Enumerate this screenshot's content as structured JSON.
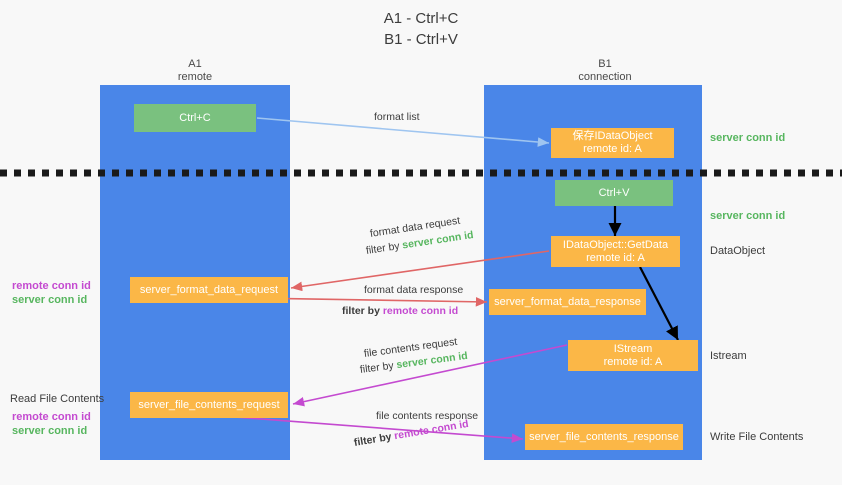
{
  "title": {
    "line1": "A1 - Ctrl+C",
    "line2": "B1 - Ctrl+V"
  },
  "columns": [
    {
      "name": "A1",
      "role": "remote"
    },
    {
      "name": "B1",
      "role": "connection"
    }
  ],
  "nodes": {
    "ctrl_c": "Ctrl+C",
    "ctrl_v": "Ctrl+V",
    "save_dataobject_line1": "保存IDataObject",
    "save_dataobject_line2": "remote id: A",
    "getdata_line1": "IDataObject::GetData",
    "getdata_line2": "remote id: A",
    "istream_line1": "IStream",
    "istream_line2": "remote id: A",
    "format_data_request": "server_format_data_request",
    "format_data_response": "server_format_data_response",
    "file_contents_request": "server_file_contents_request",
    "file_contents_response": "server_file_contents_response"
  },
  "edges": {
    "format_list": "format list",
    "format_data_request": "format data request",
    "format_data_request_filter_prefix": "filter by ",
    "format_data_request_filter_key": "server conn id",
    "format_data_response": "format data response",
    "format_data_response_filter_prefix": "filter by ",
    "format_data_response_filter_key": "remote conn id",
    "file_contents_request": "file contents request",
    "file_contents_request_filter_prefix": "filter by ",
    "file_contents_request_filter_key": "server conn id",
    "file_contents_response": "file contents response",
    "file_contents_response_filter_prefix": "filter by ",
    "file_contents_response_filter_key": "remote conn id"
  },
  "annotations": {
    "server_conn_id_top": "server conn id",
    "server_conn_id_mid": "server conn id",
    "dataobject": "DataObject",
    "istream": "Istream",
    "write_file_contents": "Write File Contents",
    "read_file_contents": "Read File Contents",
    "left_remote_conn_id_1": "remote conn id",
    "left_server_conn_id_1": "server conn id",
    "left_remote_conn_id_2": "remote conn id",
    "left_server_conn_id_2": "server conn id"
  },
  "colors": {
    "lane": "#4a86e8",
    "node_green": "#7ac17f",
    "node_orange": "#fbb747",
    "conn_green": "#57b65f",
    "conn_magenta": "#c44ad0",
    "arrow_blue": "#9fc5f0",
    "arrow_red": "#e06666",
    "arrow_magenta": "#c44ad0",
    "arrow_black": "#000000",
    "background": "#f8f8f8"
  }
}
